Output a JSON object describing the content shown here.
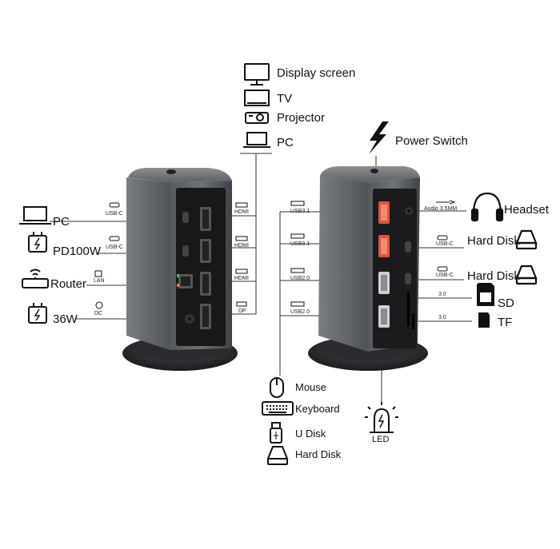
{
  "top_devices": {
    "display_screen": "Display screen",
    "tv": "TV",
    "projector": "Projector",
    "pc": "PC"
  },
  "power_switch": "Power Switch",
  "left_devices": {
    "pc": "PC",
    "pd100w": "PD100W",
    "router": "Router",
    "w36": "36W"
  },
  "left_ports": {
    "usbc_1": "USB-C",
    "usbc_2": "USB-C",
    "lan": "LAN",
    "dc": "DC",
    "hdmi_1": "HDMI",
    "hdmi_2": "HDMI",
    "hdmi_3": "HDMI",
    "dp": "DP"
  },
  "right_ports": {
    "usb31_1": "USB3.1",
    "usb31_2": "USB3.1",
    "usb20_1": "USB2.0",
    "usb20_2": "USB2.0",
    "audio": "Audio 3.5MM",
    "usbc_1": "USB-C",
    "usbc_2": "USB-C",
    "sd_ver": "3.0",
    "tf_ver": "3.0"
  },
  "right_devices": {
    "headset": "Headset",
    "hard_disk_1": "Hard Disk",
    "hard_disk_2": "Hard Disk",
    "sd": "SD",
    "tf": "TF"
  },
  "bottom_devices": {
    "mouse": "Mouse",
    "keyboard": "Keyboard",
    "u_disk": "U Disk",
    "hard_disk": "Hard Disk",
    "led": "LED"
  }
}
